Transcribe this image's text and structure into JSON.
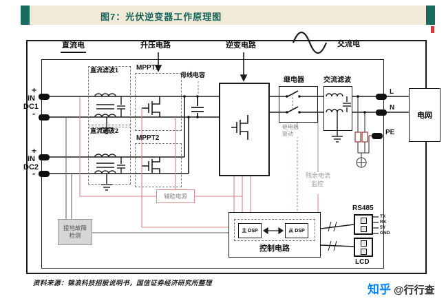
{
  "title": "图7：光伏逆变器工作原理图",
  "top_labels": {
    "dc": "直流电",
    "boost": "升压电路",
    "inverter": "逆变电路",
    "ac": "交流电"
  },
  "inputs": {
    "dc1": {
      "plus": "+",
      "in": "IN",
      "name": "DC1",
      "minus": "-"
    },
    "dc2": {
      "plus": "+",
      "in": "IN",
      "name": "DC2",
      "minus": "-"
    }
  },
  "blocks": {
    "dc_filter1": "直流滤波1",
    "dc_filter2": "直流滤波2",
    "mppt1": "MPPT1",
    "mppt2": "MPPT2",
    "bus_cap": "母线电容",
    "relay": "继电器",
    "relay_drive_1": "继电器",
    "relay_drive_2": "驱动",
    "ac_filter": "交流滤波",
    "grid": "电网",
    "rcm_1": "残余电流",
    "rcm_2": "监控",
    "aux_power": "辅助电源",
    "gfdi_1": "接地故障",
    "gfdi_2": "检测",
    "control": "控制电路",
    "dsp_master": "主 DSP",
    "dsp_slave": "从 DSP",
    "rs485": "RS485",
    "lcd": "LCD"
  },
  "terminals": {
    "l": "L",
    "n": "N",
    "pe": "PE"
  },
  "pins": [
    "TX",
    "RX",
    "5V",
    "GND"
  ],
  "source": "资料来源：锦浪科技招股说明书，国信证券经济研究所整理",
  "watermark": {
    "brand": "知乎",
    "handle": "@行行查"
  },
  "colors": {
    "accent": "#1a6a60",
    "titlebar_bg": "#f0ebd8",
    "signal_red": "#d98686",
    "zhihu_blue": "#0084ff"
  }
}
